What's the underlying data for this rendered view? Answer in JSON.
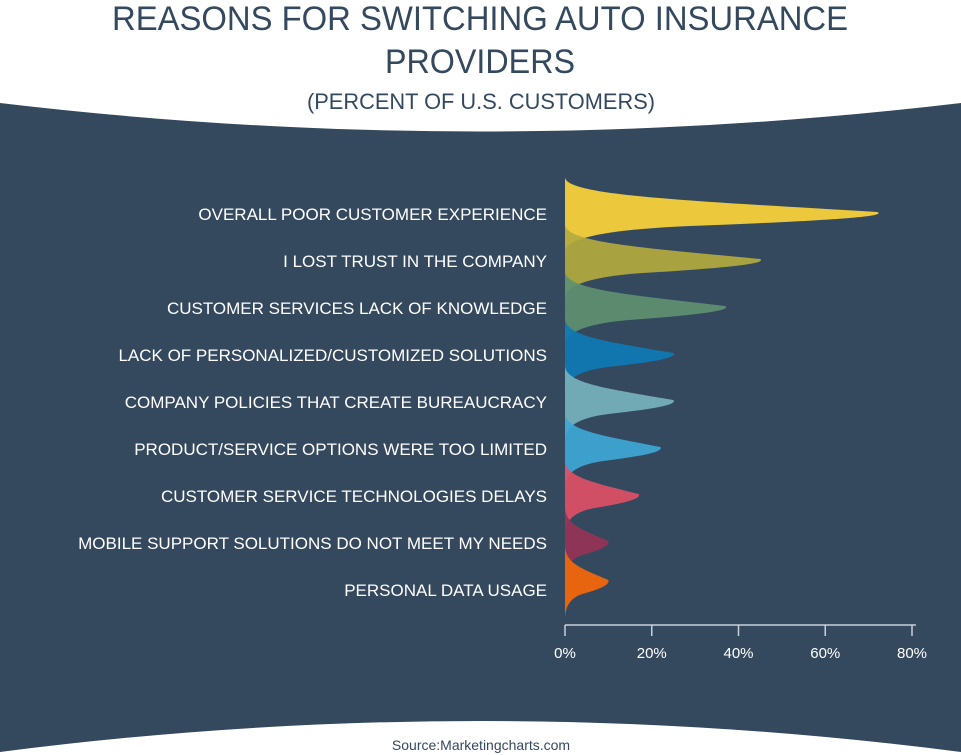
{
  "chart_data": {
    "type": "area",
    "title": "REASONS FOR SWITCHING AUTO INSURANCE PROVIDERS",
    "title_lines": [
      "REASONS FOR SWITCHING AUTO INSURANCE",
      "PROVIDERS"
    ],
    "subtitle": "(PERCENT OF U.S. CUSTOMERS)",
    "orientation": "horizontal",
    "categories": [
      "OVERALL POOR CUSTOMER EXPERIENCE",
      "I LOST TRUST IN THE COMPANY",
      "CUSTOMER SERVICES LACK OF KNOWLEDGE",
      "LACK OF PERSONALIZED/CUSTOMIZED SOLUTIONS",
      "COMPANY POLICIES THAT CREATE BUREAUCRACY",
      "PRODUCT/SERVICE OPTIONS WERE TOO LIMITED",
      "CUSTOMER SERVICE TECHNOLOGIES DELAYS",
      "MOBILE SUPPORT SOLUTIONS DO NOT MEET MY NEEDS",
      "PERSONAL DATA USAGE"
    ],
    "values": [
      72,
      45,
      37,
      25,
      25,
      22,
      17,
      10,
      10
    ],
    "colors": [
      "#ecc83c",
      "#b3aa3e",
      "#5e9070",
      "#0e7ab5",
      "#76b3bc",
      "#3ea8d6",
      "#de5066",
      "#963357",
      "#e8650f"
    ],
    "xlim": [
      0,
      80
    ],
    "xticks": [
      "0%",
      "20%",
      "40%",
      "60%",
      "80%"
    ],
    "xtick_values": [
      0,
      20,
      40,
      60,
      80
    ],
    "grid": false,
    "background": "#34495e"
  },
  "source": "Source:Marketingcharts.com"
}
